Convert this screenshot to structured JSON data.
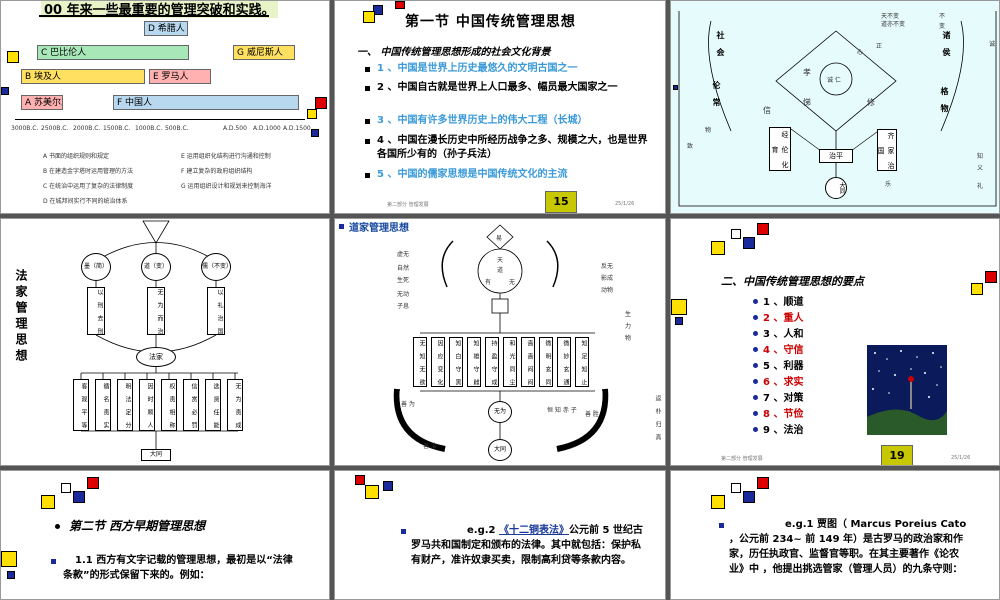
{
  "slide1": {
    "top_text": "00 年来一些最重要的管理突破和实践。",
    "bars": [
      {
        "label": "D 希腊人",
        "color": "#b8d8f0"
      },
      {
        "label": "C 巴比伦人",
        "color": "#a8e8b8"
      },
      {
        "label": "G 威尼斯人",
        "color": "#ffe060"
      },
      {
        "label": "B 埃及人",
        "color": "#ffe060"
      },
      {
        "label": "E 罗马人",
        "color": "#ffb0b0"
      },
      {
        "label": "A 苏美尔人",
        "color": "#ffb0b0"
      },
      {
        "label": "F 中国人",
        "color": "#b8d8f0"
      }
    ],
    "axis_ticks": [
      "3000B.C.",
      "2500B.C.",
      "2000B.C.",
      "1500B.C.",
      "1000B.C.",
      "500B.C.",
      "A.D.500",
      "A.D.1000",
      "A.D.1500"
    ],
    "notes_left": [
      "A 书面的组织规则和规定",
      "B 在建造金字塔时运用管理的方法",
      "C 在统治中运用了复杂的法律制度",
      "D 在城邦间实行不同的统治体系"
    ],
    "notes_right": [
      "E 运用组织化结构进行沟通和控制",
      "F 建立复杂的政府组织结构",
      "G 运用组织设计和规划来控制海洋"
    ]
  },
  "slide2": {
    "title": "第一节  中国传统管理思想",
    "subtitle": "一、  中国传统管理思想形成的社会文化背景",
    "items": [
      {
        "text": "1 、中国是世界上历史最悠久的文明古国之一",
        "color": "#3a9ad9"
      },
      {
        "text": "2 、中国自古就是世界上人口最多、幅员最大国家之一",
        "color": "#000000"
      },
      {
        "text": "3 、中国有许多世界历史上的伟大工程（长城）",
        "color": "#3a9ad9"
      },
      {
        "text": "4 、中国在漫长历史中所经历战争之多、规模之大，也是世界各国所少有的（孙子兵法）",
        "color": "#000000"
      },
      {
        "text": "5 、中国的儒家思想是中国传统文化的主流",
        "color": "#3a9ad9"
      }
    ],
    "footer": "第二部分  管理发展",
    "page": "15",
    "date": "25/1/26"
  },
  "slide3": {
    "top_labels": [
      "天不变",
      "道亦不变",
      "不",
      "变"
    ],
    "center": "诚 仁",
    "left_labels": [
      "孝",
      "悌",
      "信",
      "修",
      "正",
      "心"
    ],
    "left_box": "经 伦 化 育",
    "right_box": "齐 家 治 国",
    "bottom_box": "治平",
    "bottom_circle": "大同",
    "far_labels": [
      "物",
      "致",
      "知",
      "义",
      "礼",
      "乐",
      "诚"
    ],
    "arc_labels": [
      "社 会",
      "伦 常",
      "诸 侯",
      "格 物"
    ]
  },
  "slide4": {
    "side_title": "法家管理思想",
    "top_nodes": [
      "墨（简）",
      "道（变）",
      "儒（不变）"
    ],
    "mid_labels": [
      "以 刑 去 刑",
      "无 为 而 治",
      "以 礼 治 国"
    ],
    "center_node": "法家",
    "bottom_cells": [
      "客 观 平 等",
      "循 名 责 实",
      "明 法 定 分",
      "因 时 顺 人",
      "权 责 相 称",
      "信 赏 必 罚",
      "选 贤 任 能",
      "无 为 责 成"
    ],
    "bottom_node": "大同"
  },
  "slide5": {
    "title": "道家管理思想",
    "top_node": "易",
    "left_labels": [
      "虚无",
      "自然",
      "生死",
      "无动",
      "子息"
    ],
    "cells": [
      "无 知 无 欲",
      "因 应 变 化",
      "知 白 守 黑",
      "知 雄 守 雌",
      "持 盈 守 成",
      "和 光 同 尘",
      "啬 啬 闷 闷",
      "微 明 玄 同",
      "微 妙 玄 通",
      "知 足 知 止"
    ],
    "center_labels": [
      "天",
      "道",
      "有",
      "无"
    ],
    "right_labels": [
      "反无",
      "影成",
      "动物",
      "生",
      "力",
      "物"
    ],
    "mid_nodes": [
      "无为",
      "大同"
    ],
    "arc_labels": [
      "善 为",
      "善 治",
      "善 胜"
    ],
    "side_note": "恒 知 赤 子",
    "right_note": "返 朴 归 真"
  },
  "slide6": {
    "title": "二、中国传统管理思想的要点",
    "items": [
      {
        "text": "1 、顺道",
        "color": "#000000"
      },
      {
        "text": "2 、重人",
        "color": "#cc0000"
      },
      {
        "text": "3 、人和",
        "color": "#000000"
      },
      {
        "text": "4 、守信",
        "color": "#cc0000"
      },
      {
        "text": "5 、利器",
        "color": "#000000"
      },
      {
        "text": "6 、求实",
        "color": "#cc0000"
      },
      {
        "text": "7 、对策",
        "color": "#000000"
      },
      {
        "text": "8 、节俭",
        "color": "#cc0000"
      },
      {
        "text": "9 、法治",
        "color": "#000000"
      }
    ],
    "footer": "第二部分  管理发展",
    "page": "19",
    "date": "25/1/26"
  },
  "slide7": {
    "title": "第二节  西方早期管理思想",
    "body": "1.1   西方有文字记载的管理思想，最初是以“法律条款”的形式保留下来的。例如："
  },
  "slide8": {
    "body_prefix": "e.g.2 ",
    "body_link": "《十二铜表法》",
    "body_rest": "公元前 5 世纪古罗马共和国制定和颁布的法律。其中就包括：保护私有财产，准许奴隶买卖，限制高利贷等条款内容。"
  },
  "slide9": {
    "body": "e.g.1 贾图（ Marcus Poreius Cato ，公元前 234~ 前 149 年）是古罗马的政治家和作家，历任执政官、监督官等职。在其主要著作《论农业》中 ，他提出挑选管家（管理人员）的九条守则："
  }
}
